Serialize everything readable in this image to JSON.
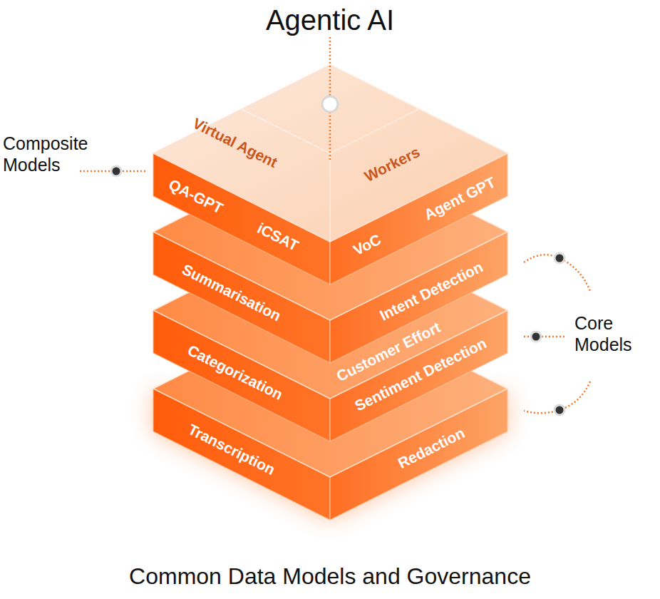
{
  "diagram": {
    "title": "Agentic AI",
    "caption": "Common Data Models and Governance",
    "nodes": [
      {
        "text": [
          "Virtual Agent",
          "Workers",
          "QA-GPT",
          "iCSAT",
          "VoC",
          "Agent GPT"
        ]
      },
      {
        "text": [
          "Summarisation",
          "Intent Detection"
        ]
      },
      {
        "text": [
          "Categorization",
          "Customer Effort",
          "Sentiment Detection"
        ]
      },
      {
        "text": [
          "Transcription",
          "Redaction"
        ]
      }
    ],
    "labels": [
      "Composite Models",
      "Core Models"
    ]
  }
}
